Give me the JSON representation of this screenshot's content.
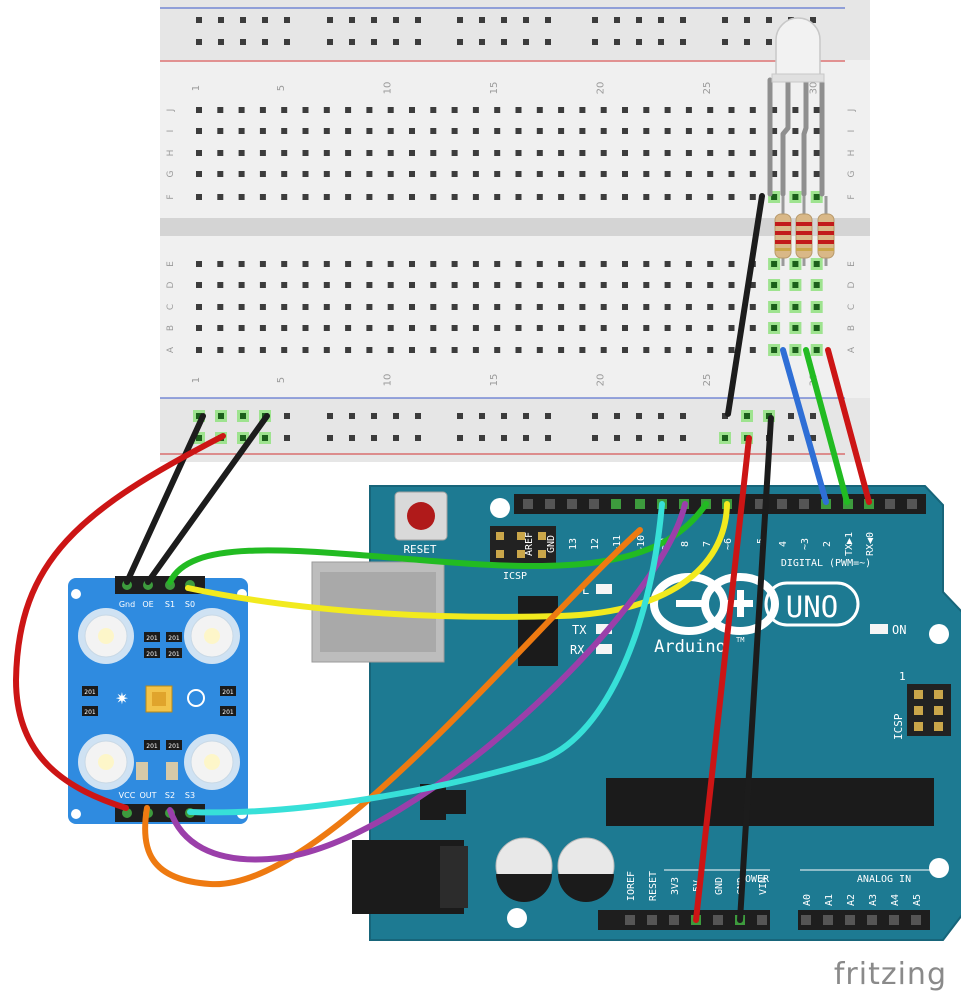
{
  "breadboard": {
    "column_numbers": [
      "1",
      "5",
      "10",
      "15",
      "20",
      "25",
      "30"
    ],
    "rows_top": [
      "J",
      "I",
      "H",
      "G",
      "F"
    ],
    "rows_bottom": [
      "E",
      "D",
      "C",
      "B",
      "A"
    ]
  },
  "arduino": {
    "reset_label": "RESET",
    "icsp_top_label": "ICSP",
    "icsp_side_label": "ICSP",
    "icsp_side_num": "1",
    "brand_text": "Arduino",
    "tm": "TM",
    "model_text": "UNO",
    "digital_label": "DIGITAL (PWM=~)",
    "on_label": "ON",
    "led_l": "L",
    "led_tx": "TX",
    "led_rx": "RX",
    "power_label": "POWER",
    "analog_label": "ANALOG IN",
    "top_pins": [
      "AREF",
      "GND",
      "13",
      "12",
      "~11",
      "~10",
      "~9",
      "8",
      "7",
      "~6",
      "~5",
      "4",
      "~3",
      "2",
      "TX▶1",
      "RX◀0"
    ],
    "bottom_power_pins": [
      "IOREF",
      "RESET",
      "3V3",
      "5V",
      "GND",
      "GND",
      "VIN"
    ],
    "bottom_analog_pins": [
      "A0",
      "A1",
      "A2",
      "A3",
      "A4",
      "A5"
    ]
  },
  "sensor": {
    "top_pins": [
      "Gnd",
      "OE",
      "S1",
      "S0"
    ],
    "bottom_pins": [
      "VCC",
      "OUT",
      "S2",
      "S3"
    ],
    "resistor_code": "201"
  },
  "watermark": "fritzing",
  "colors": {
    "board": "#1d7a92",
    "sensor": "#2f8be0",
    "breadboard": "#e6e6e6",
    "wire_red": "#cc1515",
    "wire_black": "#1c1c1c",
    "wire_green": "#22bb22",
    "wire_yellow": "#f2ea1e",
    "wire_orange": "#ee7a11",
    "wire_purple": "#9b3faa",
    "wire_cyan": "#37e0d8",
    "wire_blue": "#2f6fd6"
  }
}
